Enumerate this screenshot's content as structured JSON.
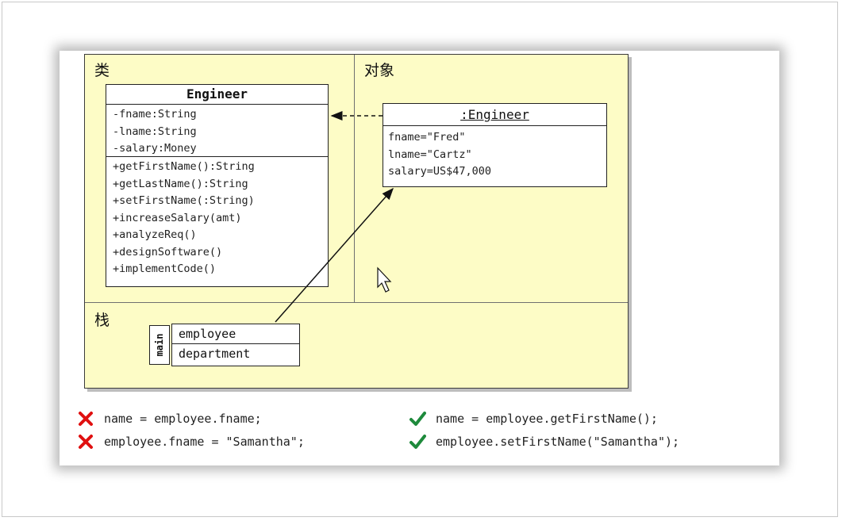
{
  "regions": {
    "class_label": "类",
    "object_label": "对象",
    "stack_label": "栈"
  },
  "class_box": {
    "title": "Engineer",
    "attributes": [
      "-fname:String",
      "-lname:String",
      "-salary:Money"
    ],
    "operations": [
      "+getFirstName():String",
      "+getLastName():String",
      "+setFirstName(:String)",
      "+increaseSalary(amt)",
      "+analyzeReq()",
      "+designSoftware()",
      "+implementCode()"
    ]
  },
  "object_box": {
    "title": ":Engineer",
    "fields": [
      "fname=\"Fred\"",
      "lname=\"Cartz\"",
      "salary=US$47,000"
    ]
  },
  "stack": {
    "frame_label": "main",
    "variables": [
      "employee",
      "department"
    ]
  },
  "code_examples": {
    "wrong": [
      "name = employee.fname;",
      "employee.fname = \"Samantha\";"
    ],
    "right": [
      "name = employee.getFirstName();",
      "employee.setFirstName(\"Samantha\");"
    ]
  },
  "colors": {
    "panel": "#fdfcc6",
    "wrong_mark": "#e01010",
    "right_mark": "#1e8a3c"
  },
  "icons": {
    "wrong": "cross-mark-icon",
    "right": "check-mark-icon",
    "pointer": "mouse-cursor-icon"
  }
}
